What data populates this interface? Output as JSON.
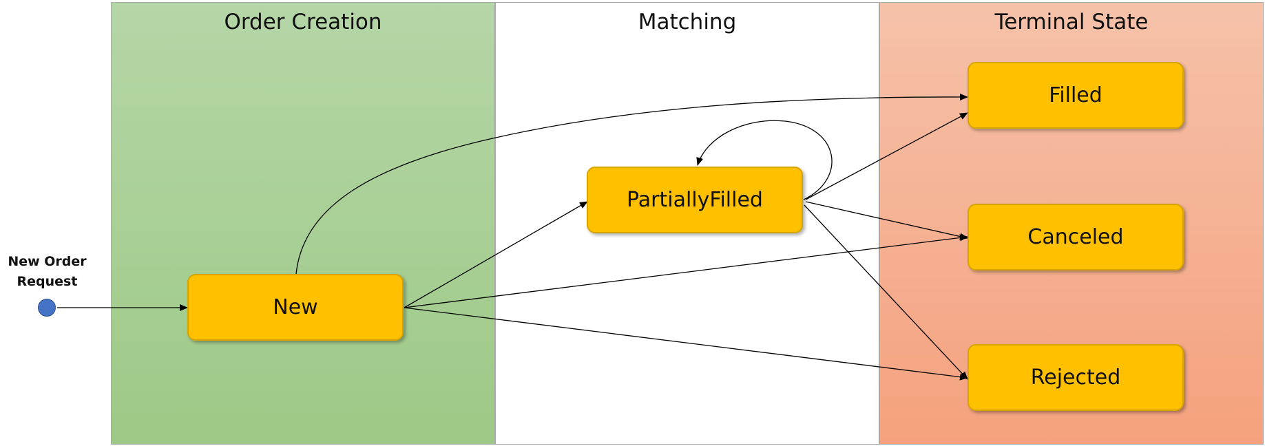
{
  "lanes": {
    "creation": "Order Creation",
    "matching": "Matching",
    "terminal": "Terminal State"
  },
  "start": {
    "line1": "New Order",
    "line2": "Request"
  },
  "states": {
    "new": "New",
    "partially_filled": "PartiallyFilled",
    "filled": "Filled",
    "canceled": "Canceled",
    "rejected": "Rejected"
  },
  "colors": {
    "state_fill": "#ffc000",
    "creation_lane": "#a9d08e",
    "terminal_lane": "#f4b183",
    "start_node": "#4472c4"
  }
}
